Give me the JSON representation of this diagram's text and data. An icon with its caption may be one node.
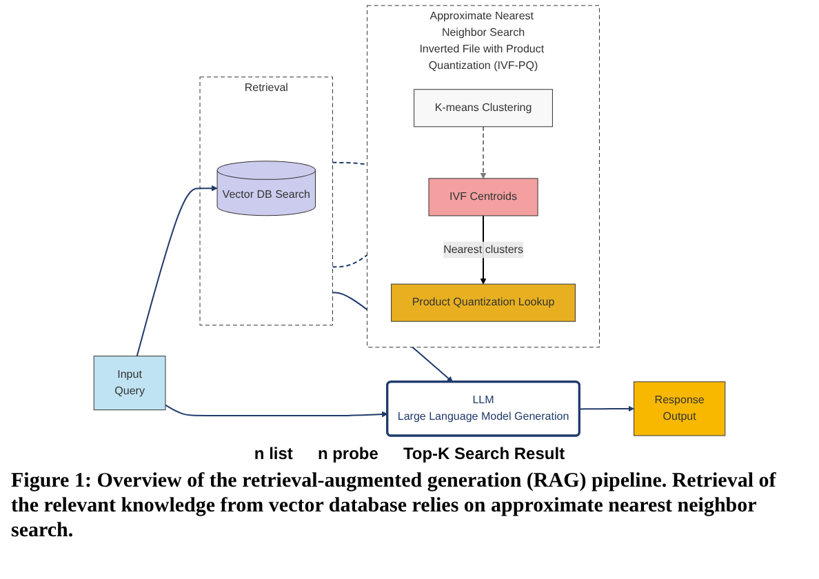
{
  "diagram": {
    "caption": "Figure 1: Overview of the retrieval-augmented generation (RAG) pipeline. Retrieval of the relevant knowledge from vector database relies on approximate nearest neighbor search.",
    "nodes": [
      {
        "text": [
          "Input",
          "Query"
        ]
      },
      {
        "text": [
          "Retrieval"
        ]
      },
      {
        "text": [
          "Vector DB Search"
        ],
        "in": 1
      },
      {
        "text": [
          "LLM",
          "Large Language Model Generation"
        ]
      },
      {
        "text": [
          "Response",
          "Output"
        ]
      },
      {
        "text": [
          "Approximate Nearest Neighbor Search",
          "Inverted File with Product Quantization (IVF-PQ)"
        ]
      },
      {
        "text": [
          "K-means Clustering"
        ],
        "in": 5
      },
      {
        "text": [
          "IVF Centroids"
        ],
        "in": 5
      },
      {
        "text": [
          "Product Quantization Lookup"
        ],
        "in": 5
      }
    ],
    "edges": [
      {
        "from": 0,
        "to": 2,
        "arrow": "to"
      },
      {
        "from": 0,
        "to": 3,
        "arrow": "to"
      },
      {
        "from": 1,
        "to": 3,
        "arrow": "to"
      },
      {
        "from": 3,
        "to": 4,
        "arrow": "to"
      },
      {
        "from": 1,
        "to": 5,
        "arrow": "none",
        "style": "dashed"
      },
      {
        "from": 1,
        "to": 5,
        "arrow": "none",
        "style": "dashed"
      },
      {
        "from": 6,
        "to": 7,
        "arrow": "to",
        "style": "dashed",
        "color": "#777777"
      },
      {
        "from": 7,
        "to": 8,
        "arrow": "to",
        "label": "Nearest clusters",
        "color": "#000000"
      }
    ],
    "labels": [
      "n list",
      "n probe",
      "Top-K Search Result"
    ]
  }
}
